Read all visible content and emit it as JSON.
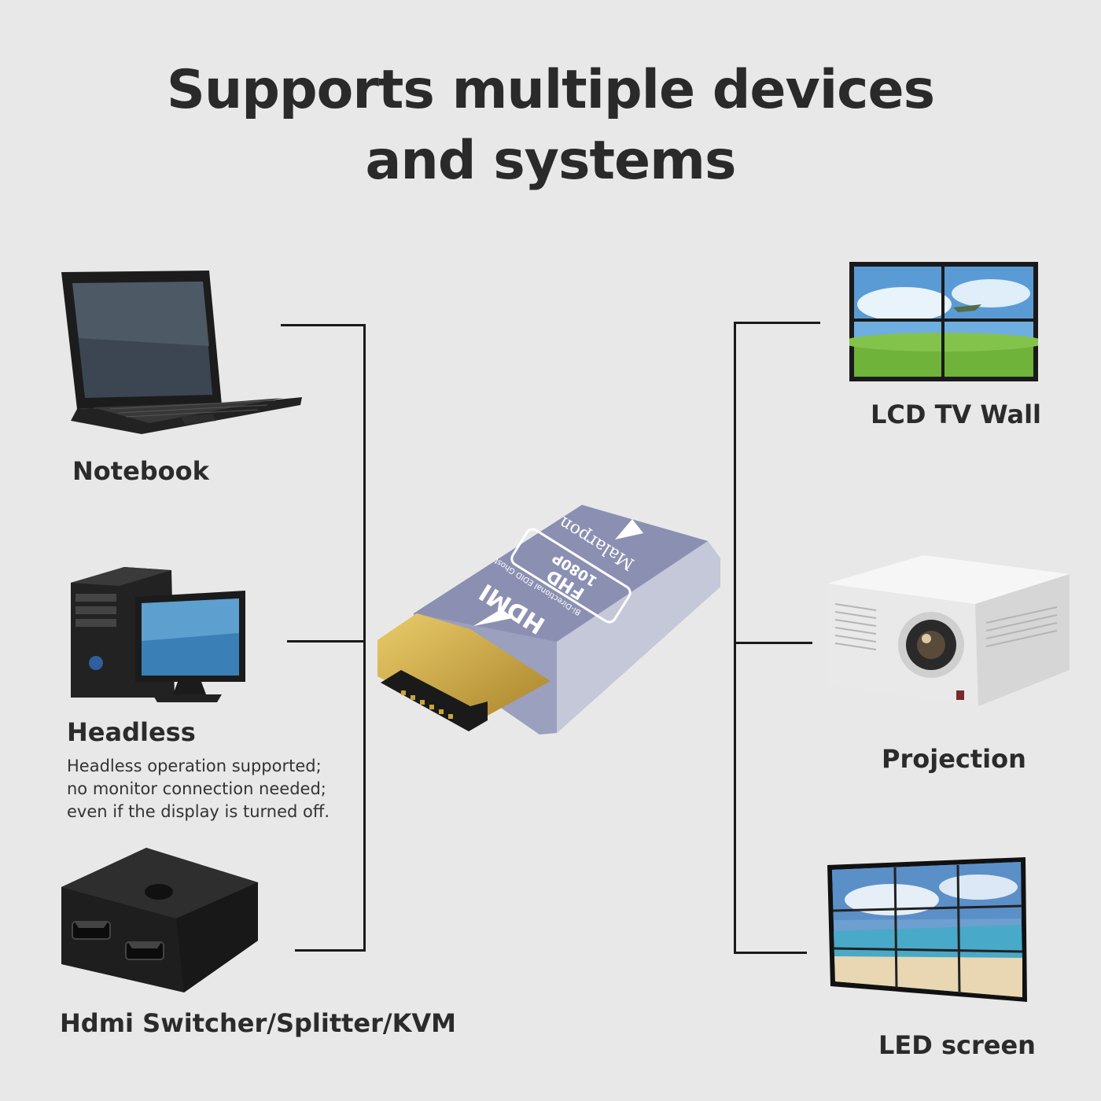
{
  "title": {
    "line1": "Supports multiple devices",
    "line2": "and systems"
  },
  "left": [
    {
      "label": "Notebook",
      "icon": "laptop-icon"
    },
    {
      "label": "Headless",
      "desc": [
        "Headless operation supported;",
        "no monitor connection needed;",
        "even if the display is turned off."
      ],
      "icon": "desktop-pc-icon"
    },
    {
      "label": "Hdmi Switcher/Splitter/KVM",
      "icon": "hdmi-switch-icon"
    }
  ],
  "right": [
    {
      "label": "LCD TV Wall",
      "icon": "tv-wall-icon"
    },
    {
      "label": "Projection",
      "icon": "projector-icon"
    },
    {
      "label": "LED screen",
      "icon": "led-screen-icon"
    }
  ],
  "adapter": {
    "brand": "Malarpon",
    "badge_top": "FHD",
    "badge_bottom": "1080P",
    "logo": "HDMI",
    "subtitle": "Bi-Directional EDID Ghost"
  },
  "colors": {
    "background": "#e8e8e8",
    "adapter_body": "#8a8fb0",
    "gold": "#c9a53a",
    "line": "#1a1a1a"
  }
}
